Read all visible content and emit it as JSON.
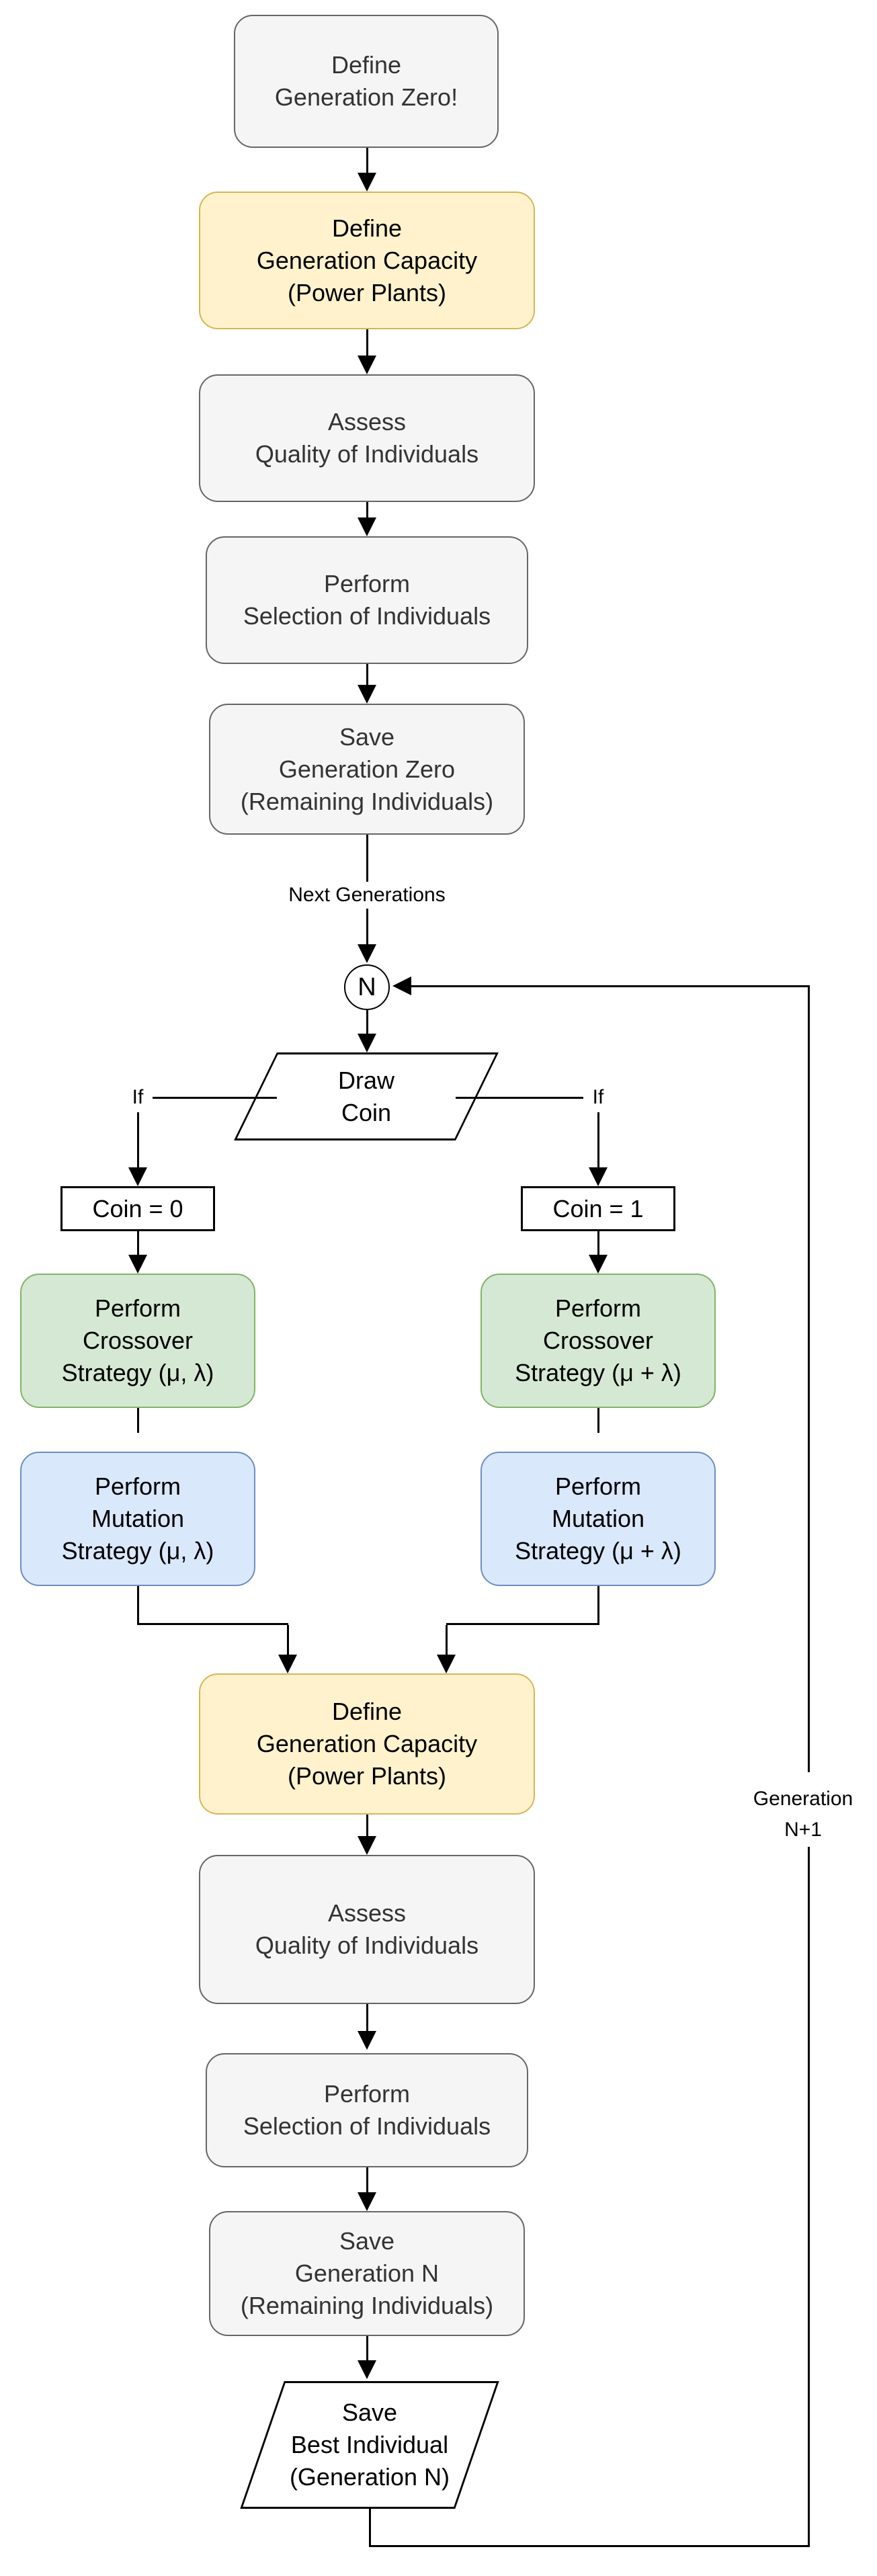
{
  "diagram": {
    "nodes": {
      "define_generation_zero": {
        "label": "Define\nGeneration Zero!",
        "shape": "rounded-rect",
        "palette": "gray"
      },
      "define_generation_capacity_1": {
        "label": "Define\nGeneration Capacity\n(Power Plants)",
        "shape": "rounded-rect",
        "palette": "yellow"
      },
      "assess_quality_1": {
        "label": "Assess\nQuality of Individuals",
        "shape": "rounded-rect",
        "palette": "gray"
      },
      "perform_selection_1": {
        "label": "Perform\nSelection of Individuals",
        "shape": "rounded-rect",
        "palette": "gray"
      },
      "save_generation_zero": {
        "label": "Save\nGeneration Zero\n(Remaining Individuals)",
        "shape": "rounded-rect",
        "palette": "gray"
      },
      "iteration_marker": {
        "label": "N",
        "shape": "circle",
        "palette": "white"
      },
      "draw_coin": {
        "label": "Draw\nCoin",
        "shape": "parallelogram",
        "palette": "white"
      },
      "coin_0": {
        "label": "Coin = 0",
        "shape": "rect",
        "palette": "white"
      },
      "coin_1": {
        "label": "Coin = 1",
        "shape": "rect",
        "palette": "white"
      },
      "crossover_mu_comma_lambda": {
        "label": "Perform\nCrossover\nStrategy (μ, λ)",
        "shape": "rounded-rect",
        "palette": "green"
      },
      "crossover_mu_plus_lambda": {
        "label": "Perform\nCrossover\nStrategy (μ + λ)",
        "shape": "rounded-rect",
        "palette": "green"
      },
      "mutation_mu_comma_lambda": {
        "label": "Perform\nMutation\nStrategy (μ, λ)",
        "shape": "rounded-rect",
        "palette": "blue"
      },
      "mutation_mu_plus_lambda": {
        "label": "Perform\nMutation\nStrategy (μ + λ)",
        "shape": "rounded-rect",
        "palette": "blue"
      },
      "define_generation_capacity_2": {
        "label": "Define\nGeneration Capacity\n(Power Plants)",
        "shape": "rounded-rect",
        "palette": "yellow"
      },
      "assess_quality_2": {
        "label": "Assess\nQuality of Individuals",
        "shape": "rounded-rect",
        "palette": "gray"
      },
      "perform_selection_2": {
        "label": "Perform\nSelection of Individuals",
        "shape": "rounded-rect",
        "palette": "gray"
      },
      "save_generation_n": {
        "label": "Save\nGeneration N\n(Remaining Individuals)",
        "shape": "rounded-rect",
        "palette": "gray"
      },
      "save_best_individual": {
        "label": "Save\nBest Individual\n(Generation N)",
        "shape": "parallelogram",
        "palette": "white"
      }
    },
    "edge_labels": {
      "next_generations": "Next Generations",
      "if_left": "If",
      "if_right": "If",
      "loop_generation": "Generation\nN+1"
    },
    "palette": {
      "gray_fill": "#F5F5F5",
      "gray_stroke": "#666666",
      "gray_text": "#333333",
      "yellow_fill": "#FFF2CC",
      "yellow_stroke": "#D6B656",
      "green_fill": "#D5E8D4",
      "green_stroke": "#82B366",
      "blue_fill": "#DAE8FC",
      "blue_stroke": "#6C8EBF",
      "shape_fill": "#FFFFFF",
      "shape_stroke": "#000000",
      "connector": "#000000",
      "background": "#FFFFFF"
    }
  }
}
